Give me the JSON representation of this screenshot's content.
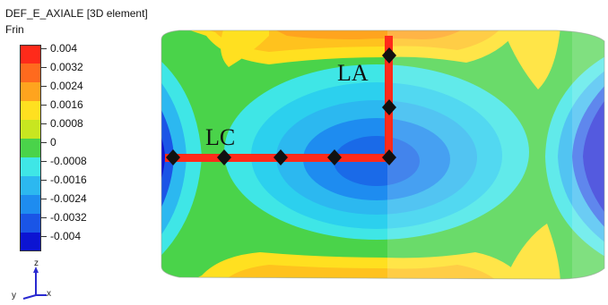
{
  "title": "DEF_E_AXIALE [3D element]",
  "subtitle": "Frin",
  "legend": {
    "labels": [
      "0.004",
      "0.0032",
      "0.0024",
      "0.0016",
      "0.0008",
      "0",
      "-0.0008",
      "-0.0016",
      "-0.0024",
      "-0.0032",
      "-0.004"
    ],
    "colors": [
      "#ff2a1a",
      "#ff6a1e",
      "#ffa41e",
      "#ffe020",
      "#c8e620",
      "#4ad34a",
      "#3fe6e6",
      "#2cb8f0",
      "#1e8cf0",
      "#1a55e6",
      "#0c14d2"
    ]
  },
  "annotations": {
    "la": "LA",
    "lc": "LC"
  },
  "axes": {
    "z": "z",
    "x": "x",
    "y": "y"
  }
}
